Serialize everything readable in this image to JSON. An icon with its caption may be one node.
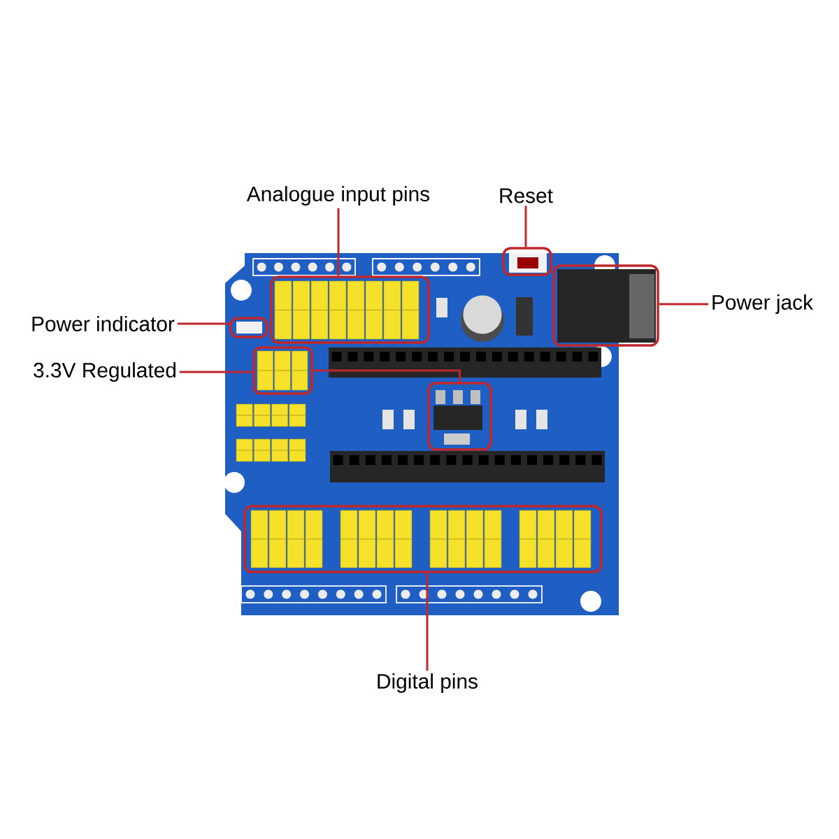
{
  "diagram": {
    "nodes": [
      {
        "text": [
          "Analogue input pins"
        ]
      },
      {
        "text": [
          "Reset"
        ]
      },
      {
        "text": [
          "Power indicator"
        ]
      },
      {
        "text": [
          "Power jack"
        ]
      },
      {
        "text": [
          "3.3V Regulated"
        ]
      },
      {
        "text": [
          "Digital pins"
        ]
      },
      {
        "text": [],
        "shape": "box"
      },
      {
        "text": [],
        "shape": "box"
      },
      {
        "text": [],
        "shape": "box"
      },
      {
        "text": [],
        "shape": "box"
      },
      {
        "text": [],
        "shape": "box"
      },
      {
        "text": [],
        "shape": "box"
      },
      {
        "text": [],
        "shape": "box"
      }
    ],
    "edges": [
      {
        "from": 0,
        "to": 6,
        "arrow": "none"
      },
      {
        "from": 1,
        "to": 7,
        "arrow": "none"
      },
      {
        "from": 2,
        "to": 8,
        "arrow": "none"
      },
      {
        "from": 3,
        "to": 9,
        "arrow": "none"
      },
      {
        "from": 4,
        "to": 10,
        "arrow": "none"
      },
      {
        "from": 10,
        "to": 11,
        "arrow": "none"
      },
      {
        "from": 5,
        "to": 12,
        "arrow": "none"
      }
    ]
  }
}
